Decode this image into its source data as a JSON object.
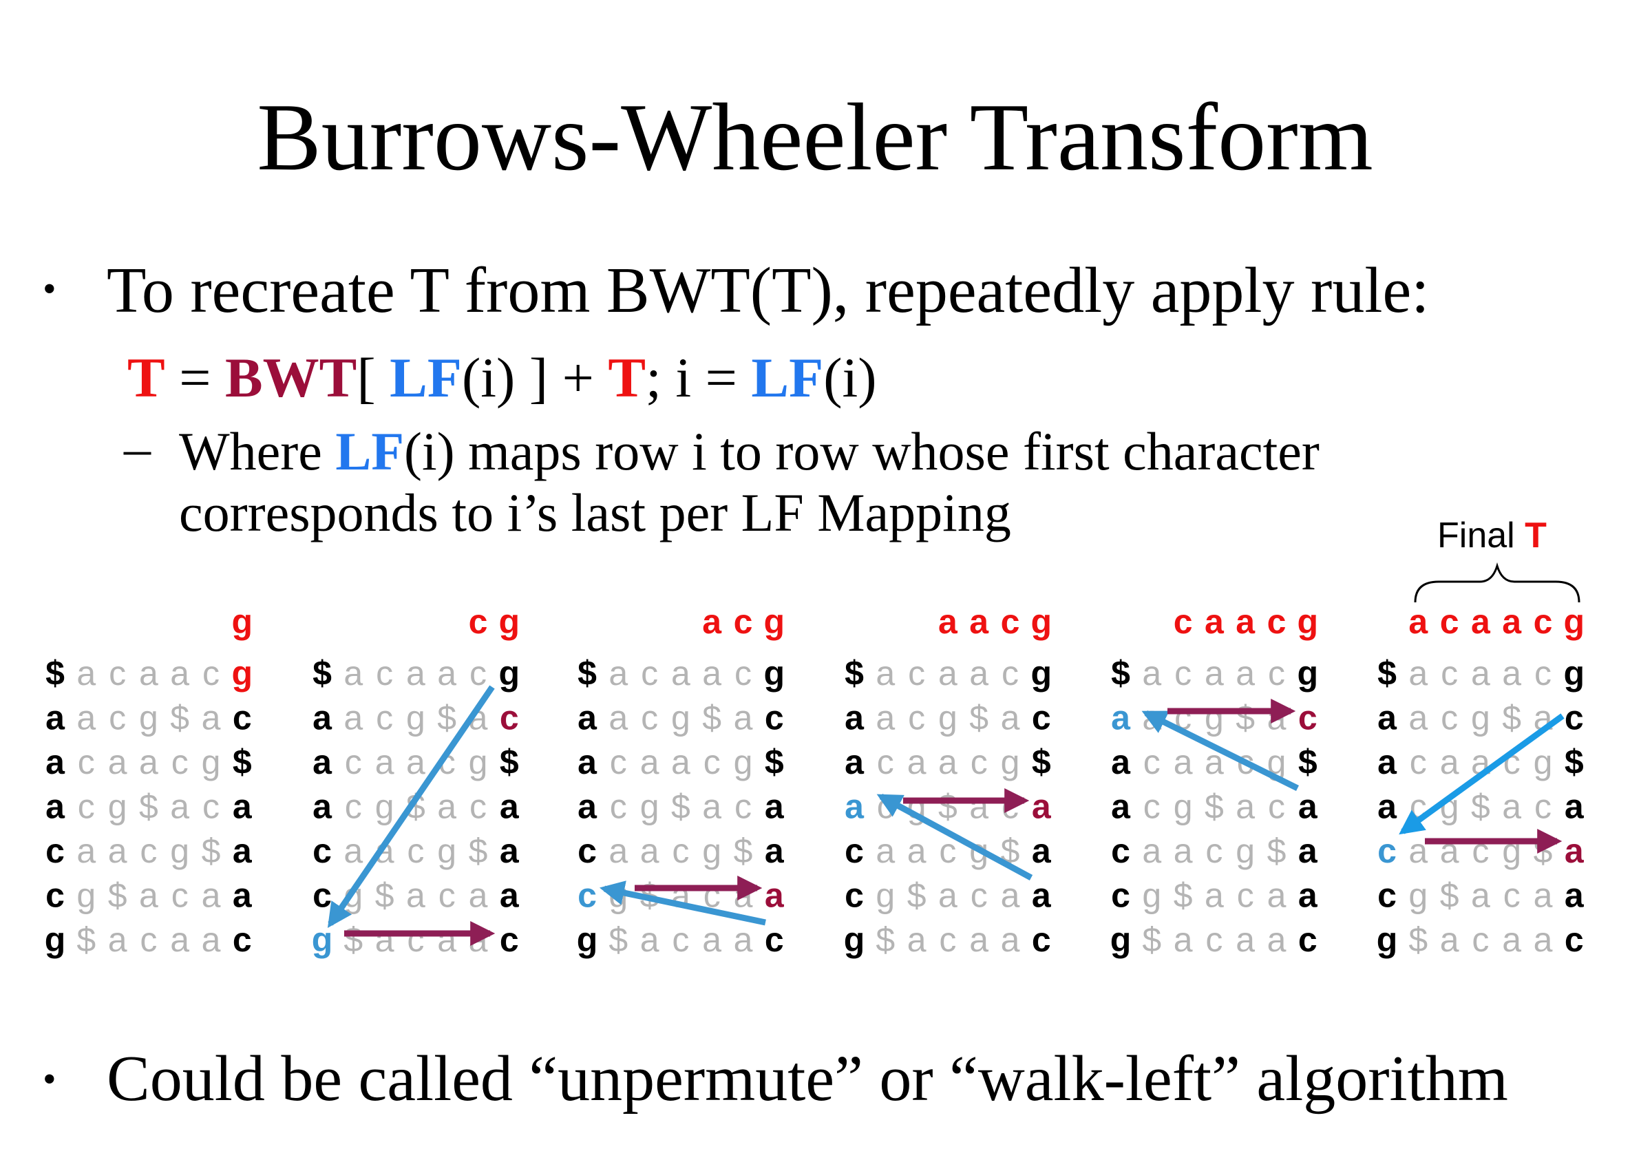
{
  "title": "Burrows-Wheeler Transform",
  "bullets": [
    "To recreate T from BWT(T), repeatedly apply rule:",
    "Could be called “unpermute” or “walk-left” algorithm"
  ],
  "formula": {
    "t1": "T",
    "eq1": " = ",
    "bwt": "BWT",
    "br_open": "[ ",
    "lf1": "LF",
    "arg1": "(i) ] + ",
    "t2": "T",
    "semi": "; i = ",
    "lf2": "LF",
    "arg2": "(i)"
  },
  "sub_bullet": {
    "dash": "–",
    "pre": "Where ",
    "lf": "LF",
    "post": "(i) maps row i to row whose first character",
    "line2": "corresponds to i’s last per LF Mapping"
  },
  "final_t": {
    "label": "Final ",
    "t": "T"
  },
  "matrix_rows": [
    "$acaacg",
    "aacg$ac",
    "acaacg$",
    "acg$aca",
    "caacg$a",
    "cg$acaa",
    "g$acaac"
  ],
  "steps": [
    {
      "header": "g"
    },
    {
      "header": "cg"
    },
    {
      "header": "acg"
    },
    {
      "header": "aacg"
    },
    {
      "header": "caacg"
    },
    {
      "header": "acaacg"
    }
  ],
  "colors": {
    "red": "#ee1111",
    "maroon": "#9b0e3a",
    "blue": "#2277ee",
    "arrow_blue": "#3a96d2",
    "arrow_maroon": "#8e1e55",
    "faded": "#b4b4b4"
  }
}
